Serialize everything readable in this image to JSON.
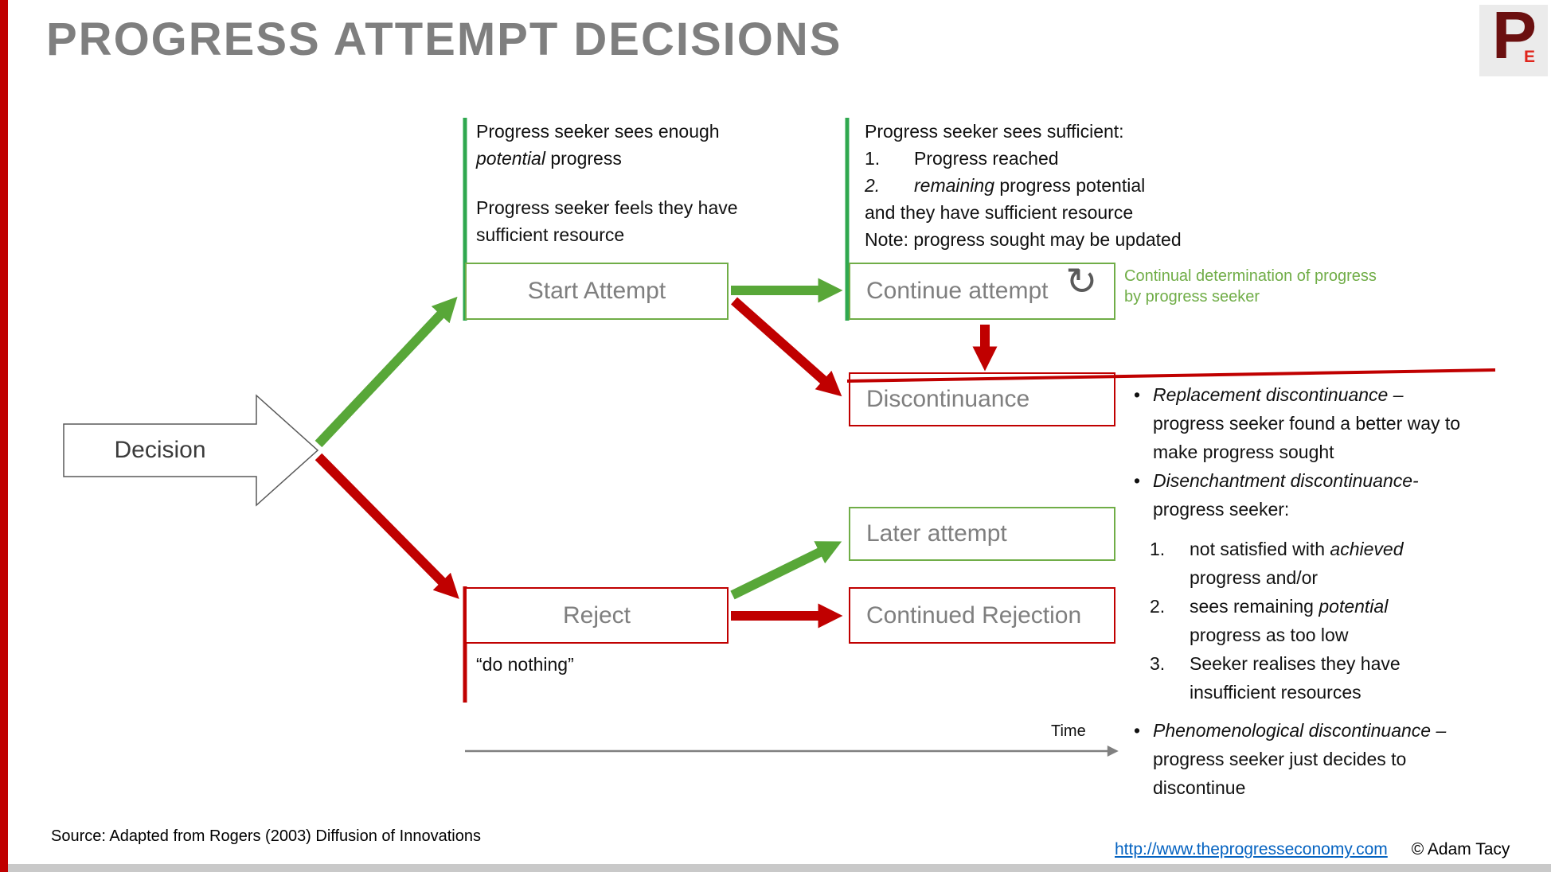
{
  "title": "PROGRESS ATTEMPT DECISIONS",
  "logo": {
    "p": "P",
    "e": "E"
  },
  "nodes": {
    "decision": "Decision",
    "start_attempt": "Start Attempt",
    "continue_attempt": "Continue attempt",
    "discontinuance": "Discontinuance",
    "later_attempt": "Later attempt",
    "reject": "Reject",
    "continued_rejection": "Continued Rejection"
  },
  "icons": {
    "loop_glyph": "↻"
  },
  "start_note": {
    "l1": "Progress seeker sees enough",
    "l2_italic": "potential",
    "l2_rest": " progress",
    "l3": "Progress seeker feels they have",
    "l4": "sufficient resource"
  },
  "continue_note": {
    "l1": "Progress seeker sees sufficient:",
    "n1": "1.",
    "n1_text": "Progress reached",
    "n2": "2.",
    "n2_italic": "remaining",
    "n2_rest": " progress potential",
    "l3": "and they have sufficient resource",
    "l4": "Note: progress sought may be updated"
  },
  "continual_note": {
    "l1": "Continual determination of progress",
    "l2": "by progress seeker"
  },
  "reject_note": "“do nothing”",
  "time_label": "Time",
  "discontinuance_notes": {
    "b1_italic": "Replacement discontinuance –",
    "b1_rest": "progress seeker found a better way to make progress sought",
    "b2_italic": "Disenchantment discontinuance-",
    "b2_rest": "progress seeker:",
    "n1": "1.",
    "n1_pre": "not satisfied with ",
    "n1_italic": "achieved",
    "n1_post": " progress and/or",
    "n2": "2.",
    "n2_pre": "sees remaining ",
    "n2_italic": "potential",
    "n2_post": " progress as too low",
    "n3": "3.",
    "n3_text": "Seeker realises they have insufficient resources",
    "b3_italic": "Phenomenological discontinuance –",
    "b3_rest": "progress seeker just decides to discontinue"
  },
  "footer": {
    "source": "Source: Adapted from Rogers (2003) Diffusion of Innovations",
    "link": "http://www.theprogresseconomy.com",
    "copyright": "© Adam Tacy"
  },
  "colors": {
    "green_arrow": "#58A738",
    "green_border": "#70AD47",
    "red": "#C00000",
    "gray": "#808080"
  }
}
